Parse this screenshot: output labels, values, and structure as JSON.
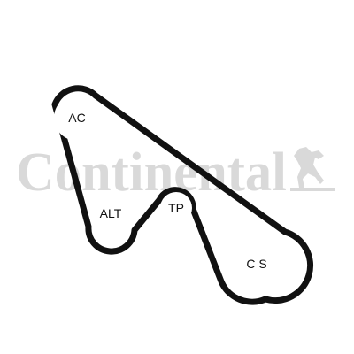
{
  "watermark": {
    "text": "Continental",
    "color": "#d9d9d9",
    "icon": "rearing-horse-icon"
  },
  "diagram": {
    "belt_color": "#111111",
    "pulleys": [
      {
        "id": "ac",
        "label": "AC"
      },
      {
        "id": "alt",
        "label": "ALT"
      },
      {
        "id": "tp",
        "label": "TP"
      },
      {
        "id": "cs",
        "label": "C S"
      }
    ]
  }
}
